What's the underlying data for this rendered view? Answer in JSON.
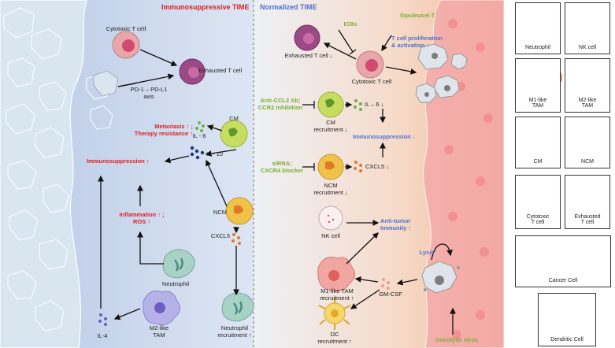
{
  "titles": {
    "left": "Immunosuppressive TIME",
    "right": "Normalized TIME"
  },
  "left_panel": {
    "cytotoxic_t_cell": "Cytotoxic T cell",
    "exhausted_t_cell": "Exhausted T cell",
    "pd1_axis": "PD-1 – PD-L1\naxis",
    "cm": "CM",
    "il6": "IL - 6",
    "metastasis": "Metastasis ↑ ;\nTherapy resistance ↑",
    "il10": "IL - 10",
    "immunosuppression": "Immunosuppression ↑",
    "ncm": "NCM",
    "inflammation": "Inflammation ↑ ;\nROS ↑",
    "cxcl5": "CXCL5",
    "neutrophil": "Neutrophil",
    "neutrophil_recruitment": "Neutrophil\nrecruitment ↑",
    "il4": "IL-4",
    "m2_tam": "M2-like\nTAM"
  },
  "right_panel": {
    "icbs": "ICBs",
    "sipuleucel": "Sipuleucel-T",
    "exhausted_t": "Exhausted T cell ↓",
    "cytotoxic_t": "Cytotoxic T cell",
    "t_prolif": "T cell proliferation\n& activation ↑",
    "anti_ccl2": "Anti-CCL2 Ab;\nCCR2 inhibition",
    "cm_recruit": "CM\nrecruitment ↓",
    "il6_down": "IL – 6 ↓",
    "immuno_down": "Immunosuppression ↓",
    "sirna": "siRNA;\nCXCR4 blocker",
    "ncm_recruit": "NCM\nrecruitment ↓",
    "cxcl5_down": "CXCL5 ↓",
    "nk_cell": "NK cell",
    "anti_tumor": "Anti-tumor\nImmunity ↑",
    "m1_recruit": "M1-like TAM\nrecruitment ↑",
    "gmcsf": "GM-CSF",
    "dc_recruit": "DC\nrecruitment ↑",
    "lysis": "Lysis",
    "oncolytic": "Oncolytic virus"
  },
  "legend": [
    {
      "key": "neutrophil",
      "label": "Neutrophil"
    },
    {
      "key": "nk",
      "label": "NK cell"
    },
    {
      "key": "m1",
      "label": "M1-like\nTAM"
    },
    {
      "key": "m2",
      "label": "M2-like\nTAM"
    },
    {
      "key": "cm",
      "label": "CM"
    },
    {
      "key": "ncm",
      "label": "NCM"
    },
    {
      "key": "ctl",
      "label": "Cytotoxic\nT cell"
    },
    {
      "key": "ext",
      "label": "Exhausted\nT cell"
    },
    {
      "key": "cancer",
      "label": "Cancer Cell"
    },
    {
      "key": "dc",
      "label": "Dendritic Cell"
    }
  ],
  "colors": {
    "left_bg": "#c8d6ee",
    "right_bg": "#f6c9b0",
    "red": "#e02020",
    "blue": "#4a74d0",
    "green": "#7ab030"
  }
}
